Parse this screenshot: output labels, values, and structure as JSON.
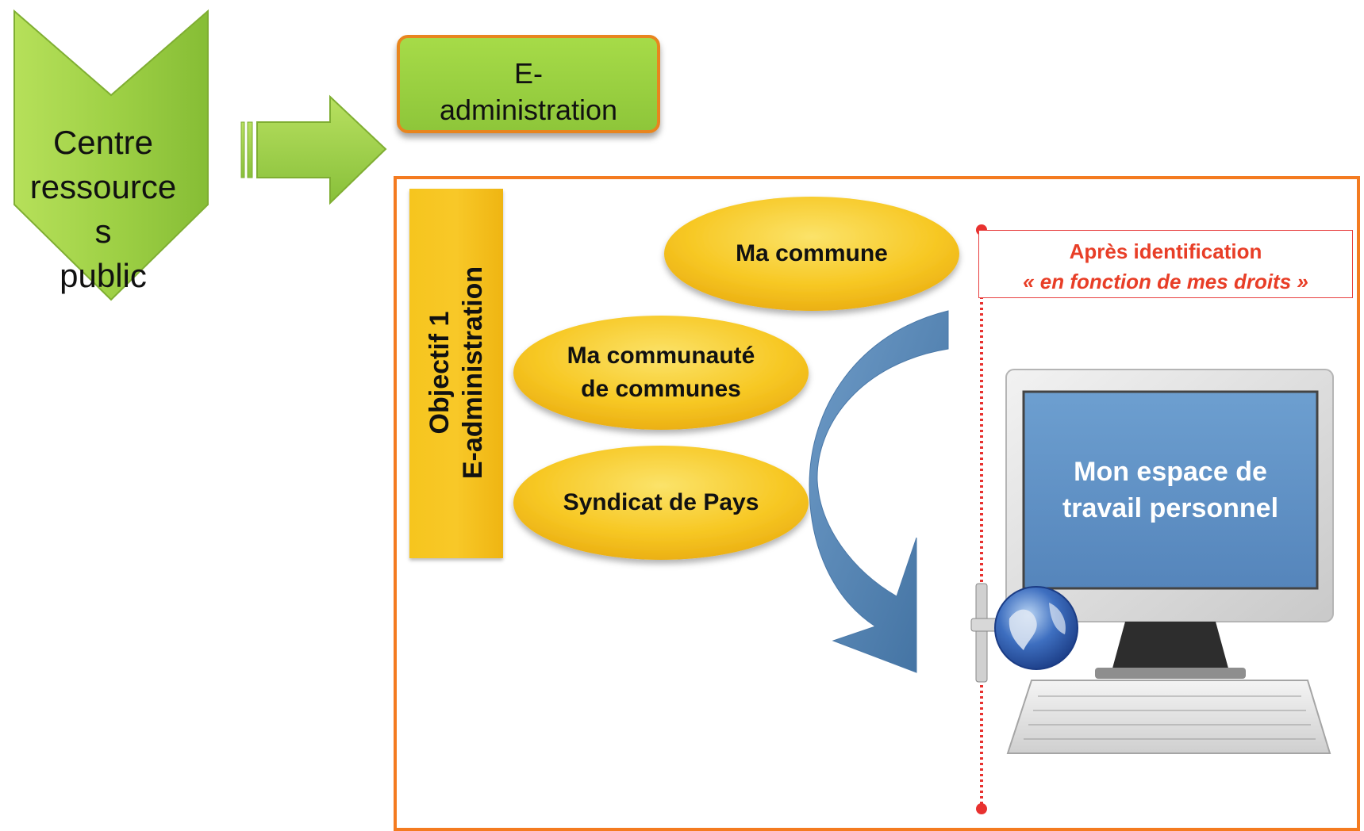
{
  "diagram": {
    "left_chevron": {
      "lines": [
        "Centre",
        "ressource",
        "s",
        "public"
      ]
    },
    "top_box": {
      "lines": [
        "E-",
        "administration"
      ]
    },
    "objective": {
      "line1": "Objectif 1",
      "line2": "E-administration"
    },
    "ellipses": [
      {
        "line1": "Ma commune",
        "line2": ""
      },
      {
        "line1": "Ma communauté",
        "line2": "de communes"
      },
      {
        "line1": "Syndicat de Pays",
        "line2": ""
      }
    ],
    "after_identification": {
      "title": "Après identification",
      "subtitle": "« en fonction de mes droits »"
    },
    "screen": {
      "line1": "Mon espace de",
      "line2": "travail personnel"
    },
    "colors": {
      "frame": "#f47b20",
      "green": "#8dc63f",
      "yellow": "#f6c21c",
      "blue_arrow": "#4f7fae",
      "red": "#e8312f",
      "screen_blue": "#5b8fc6"
    }
  }
}
